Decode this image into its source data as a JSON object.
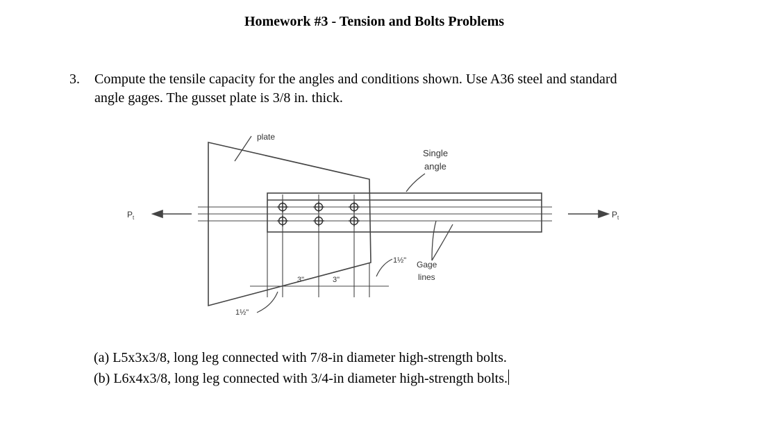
{
  "header": {
    "title": "Homework #3 - Tension and Bolts Problems"
  },
  "problem": {
    "number": "3.",
    "line1": "Compute the tensile capacity for the angles and conditions shown.  Use A36 steel and standard",
    "line2": "angle gages.  The gusset plate is 3/8 in. thick."
  },
  "figure": {
    "plate_label": "plate",
    "single_label_1": "Single",
    "single_label_2": "angle",
    "force_left": "P",
    "force_right": "P",
    "force_subscript": "t",
    "gage_label_1": "Gage",
    "gage_label_2": "lines",
    "spacing_1": "3\"",
    "spacing_2": "3\"",
    "edge_dim_right": "1½\"",
    "edge_dim_bottom": "1½\""
  },
  "parts": {
    "a": "(a) L5x3x3/8, long leg connected with  7/8-in diameter high-strength bolts.",
    "b": "(b) L6x4x3/8, long leg connected with 3/4-in diameter high-strength bolts."
  }
}
